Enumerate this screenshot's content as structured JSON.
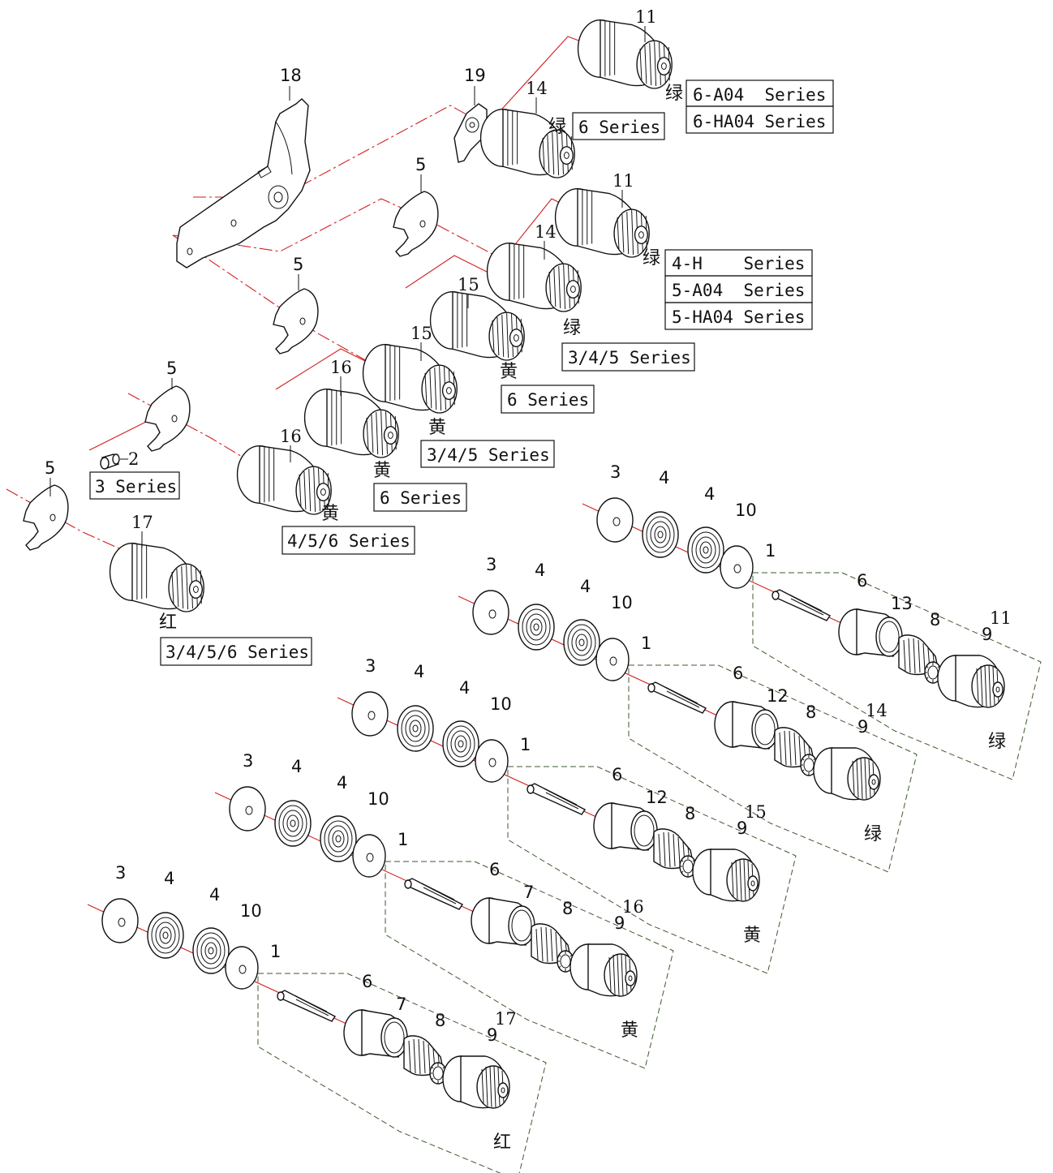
{
  "parts": {
    "p18": "18",
    "p19": "19",
    "p14a": "14",
    "p11a": "11",
    "p11b": "11",
    "p14b": "14",
    "p15a": "15",
    "p15b": "15",
    "p16a": "16",
    "p16b": "16",
    "p17": "17",
    "p5a": "5",
    "p5b": "5",
    "p5c": "5",
    "p5d": "5",
    "p2": "2"
  },
  "labels": {
    "green1": "绿",
    "green2": "绿",
    "green3": "绿",
    "green4": "绿",
    "yellow1": "黄",
    "yellow2": "黄",
    "yellow3": "黄",
    "yellow4": "黄",
    "red": "红",
    "s_6a04": "6-A04  Series",
    "s_6ha04": "6-HA04 Series",
    "s_6": "6 Series",
    "s_4h": "4-H    Series",
    "s_5a04": "5-A04  Series",
    "s_5ha04": "5-HA04 Series",
    "s_345g": "3/4/5 Series",
    "s_6y": "6 Series",
    "s_345y": "3/4/5 Series",
    "s_6y2": "6 Series",
    "s_3": "3 Series",
    "s_456": "4/5/6 Series",
    "s_3456": "3/4/5/6 Series"
  },
  "assemblies": [
    {
      "group": "11",
      "color": "绿",
      "shaft_parts": [
        "3",
        "4",
        "4",
        "10",
        "1",
        "6",
        "13",
        "8",
        "9"
      ]
    },
    {
      "group": "14",
      "color": "绿",
      "shaft_parts": [
        "3",
        "4",
        "4",
        "10",
        "1",
        "6",
        "12",
        "8",
        "9"
      ]
    },
    {
      "group": "15",
      "color": "黄",
      "shaft_parts": [
        "3",
        "4",
        "4",
        "10",
        "1",
        "6",
        "12",
        "8",
        "9"
      ]
    },
    {
      "group": "16",
      "color": "黄",
      "shaft_parts": [
        "3",
        "4",
        "4",
        "10",
        "1",
        "6",
        "7",
        "8",
        "9"
      ]
    },
    {
      "group": "17",
      "color": "红",
      "shaft_parts": [
        "3",
        "4",
        "4",
        "10",
        "1",
        "6",
        "7",
        "8",
        "9"
      ]
    }
  ],
  "colors": {
    "axis": "#d21e1e",
    "group_border": "#3c5a2e",
    "ink": "#111111"
  }
}
